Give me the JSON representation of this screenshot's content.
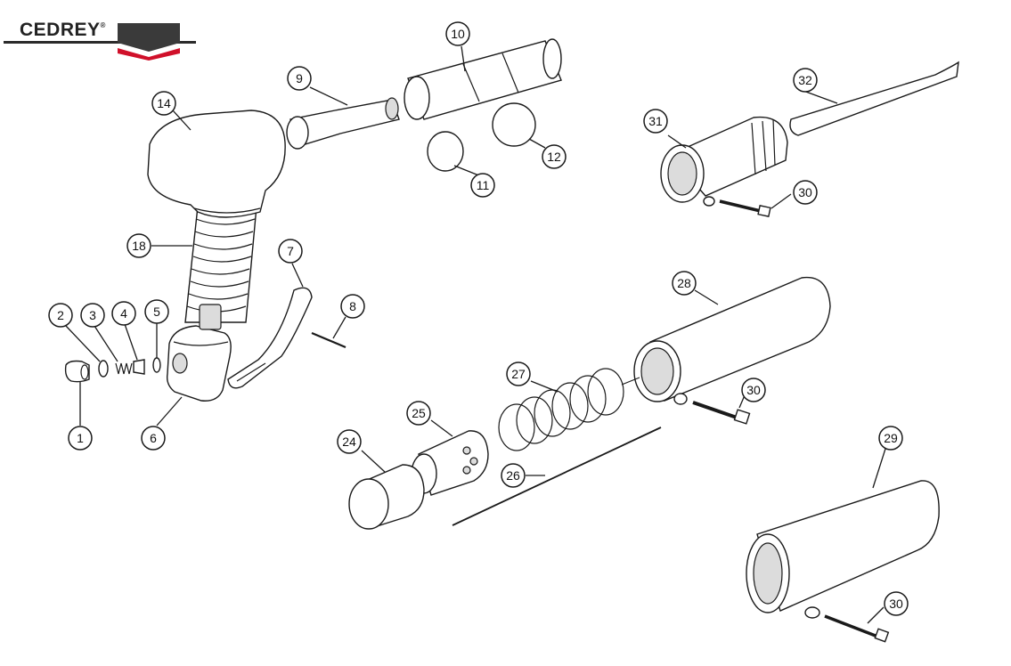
{
  "brand": {
    "name": "CEDREY",
    "registered_mark": "®",
    "colors": {
      "dark": "#3a3a3a",
      "red": "#d0102a"
    }
  },
  "diagram": {
    "type": "exploded-parts-view",
    "callouts": [
      {
        "id": "c1",
        "label": "1"
      },
      {
        "id": "c2",
        "label": "2"
      },
      {
        "id": "c3",
        "label": "3"
      },
      {
        "id": "c4",
        "label": "4"
      },
      {
        "id": "c5",
        "label": "5"
      },
      {
        "id": "c6",
        "label": "6"
      },
      {
        "id": "c7",
        "label": "7"
      },
      {
        "id": "c8",
        "label": "8"
      },
      {
        "id": "c9",
        "label": "9"
      },
      {
        "id": "c10",
        "label": "10"
      },
      {
        "id": "c11",
        "label": "11"
      },
      {
        "id": "c12",
        "label": "12"
      },
      {
        "id": "c14",
        "label": "14"
      },
      {
        "id": "c18",
        "label": "18"
      },
      {
        "id": "c24",
        "label": "24"
      },
      {
        "id": "c25",
        "label": "25"
      },
      {
        "id": "c26",
        "label": "26"
      },
      {
        "id": "c27",
        "label": "27"
      },
      {
        "id": "c28",
        "label": "28"
      },
      {
        "id": "c29",
        "label": "29"
      },
      {
        "id": "c30a",
        "label": "30"
      },
      {
        "id": "c30b",
        "label": "30"
      },
      {
        "id": "c30c",
        "label": "30"
      },
      {
        "id": "c31",
        "label": "31"
      },
      {
        "id": "c32",
        "label": "32"
      }
    ]
  }
}
